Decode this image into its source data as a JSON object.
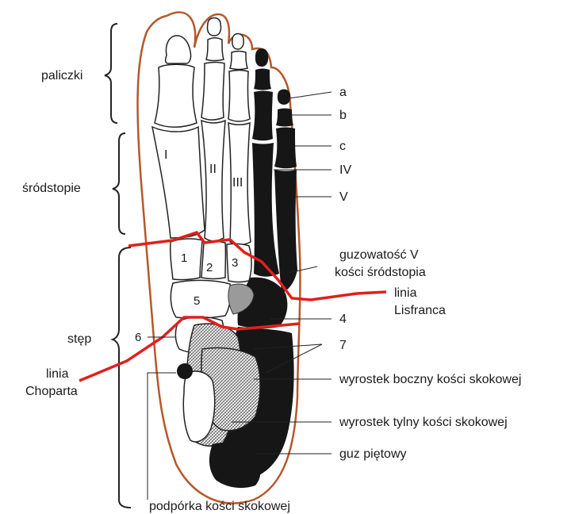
{
  "colors": {
    "outline": "#b5582a",
    "line_red": "#e0201b",
    "bone_dark": "#161616",
    "bone_light": "#ffffff",
    "talus_gray": "#9a9a9a",
    "text": "#1a1a1a"
  },
  "regions": {
    "phalanges": "paliczki",
    "metatarsus": "śródstopie",
    "tarsus": "stęp"
  },
  "metatarsals": [
    "I",
    "II",
    "III",
    "IV",
    "V"
  ],
  "tarsal_numbers": [
    "1",
    "2",
    "3",
    "4",
    "5",
    "6",
    "7"
  ],
  "labels": {
    "a": "a",
    "b": "b",
    "c": "c",
    "tuberosity_l1": "guzowatość V",
    "tuberosity_l2": "kości śródstopia",
    "lisfranc_l1": "linia",
    "lisfranc_l2": "Lisfranca",
    "chopart_l1": "linia",
    "chopart_l2": "Choparta",
    "lateral_process": "wyrostek boczny kości skokowej",
    "posterior_process": "wyrostek tylny kości skokowej",
    "calcaneal_tuber": "guz piętowy",
    "sustentaculum": "podpórka kości skokowej"
  }
}
